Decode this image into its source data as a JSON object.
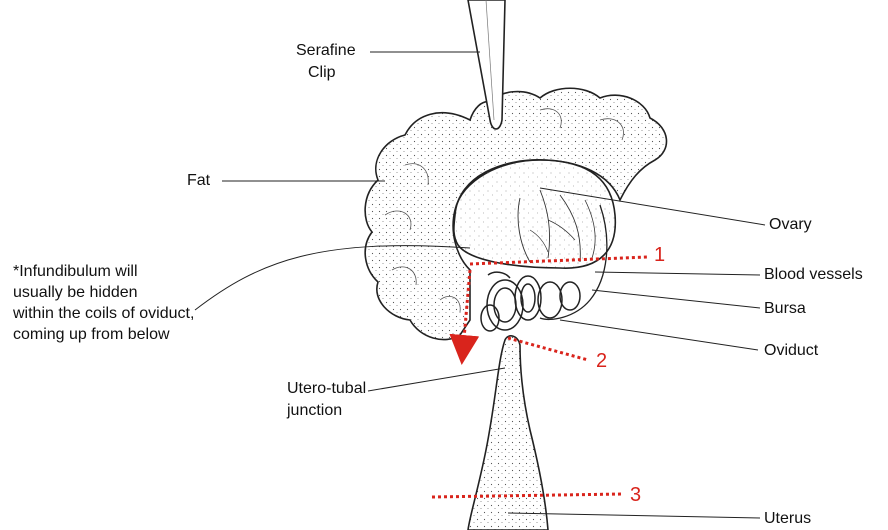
{
  "labels": {
    "clip": "Serafine",
    "clip_2": "Clip",
    "fat": "Fat",
    "ovary": "Ovary",
    "blood_vessels": "Blood vessels",
    "bursa": "Bursa",
    "oviduct": "Oviduct",
    "utero_tubal": "Utero-tubal",
    "utero_tubal_2": "junction",
    "uterus": "Uterus"
  },
  "note": [
    "*Infundibulum will",
    "usually be hidden",
    "within the coils of oviduct,",
    "coming up from below"
  ],
  "markers": [
    "1",
    "2",
    "3"
  ],
  "colors": {
    "ink": "#111111",
    "marker": "#d9241c"
  }
}
